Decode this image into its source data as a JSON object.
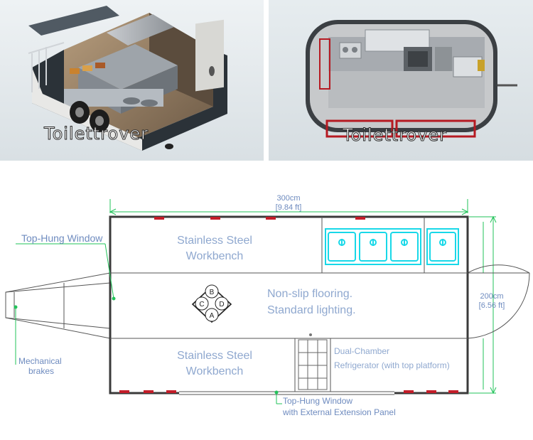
{
  "brand": {
    "watermark": "Toilettrover"
  },
  "photos": [
    {
      "name": "interior-3d-view"
    },
    {
      "name": "top-down-3d-view"
    }
  ],
  "floor_plan": {
    "length_label": "300cm",
    "length_label_ft": "[9.84 ft]",
    "width_label": "200cm",
    "width_label_ft": "[6.56 ft]",
    "top_left_label": "Top-Hung Window",
    "brakes_label_line1": "Mechanical",
    "brakes_label_line2": "brakes",
    "workbench_top_line1": "Stainless Steel",
    "workbench_top_line2": "Workbench",
    "workbench_bottom_line1": "Stainless Steel",
    "workbench_bottom_line2": "Workbench",
    "flooring_line1": "Non-slip flooring.",
    "flooring_line2": "Standard lighting.",
    "compass": [
      "B",
      "C",
      "D",
      "A"
    ],
    "fridge_line1": "Dual-Chamber",
    "fridge_line2": "Refrigerator (with top platform)",
    "bottom_window_line1": "Top-Hung Window",
    "bottom_window_line2": "with External Extension Panel"
  },
  "colors": {
    "label_blue": "#6e8bbf",
    "dimension_green": "#22c35a",
    "sink_cyan": "#18d8e8",
    "window_red": "#c41e2a",
    "wall": "#3a3a3a"
  }
}
